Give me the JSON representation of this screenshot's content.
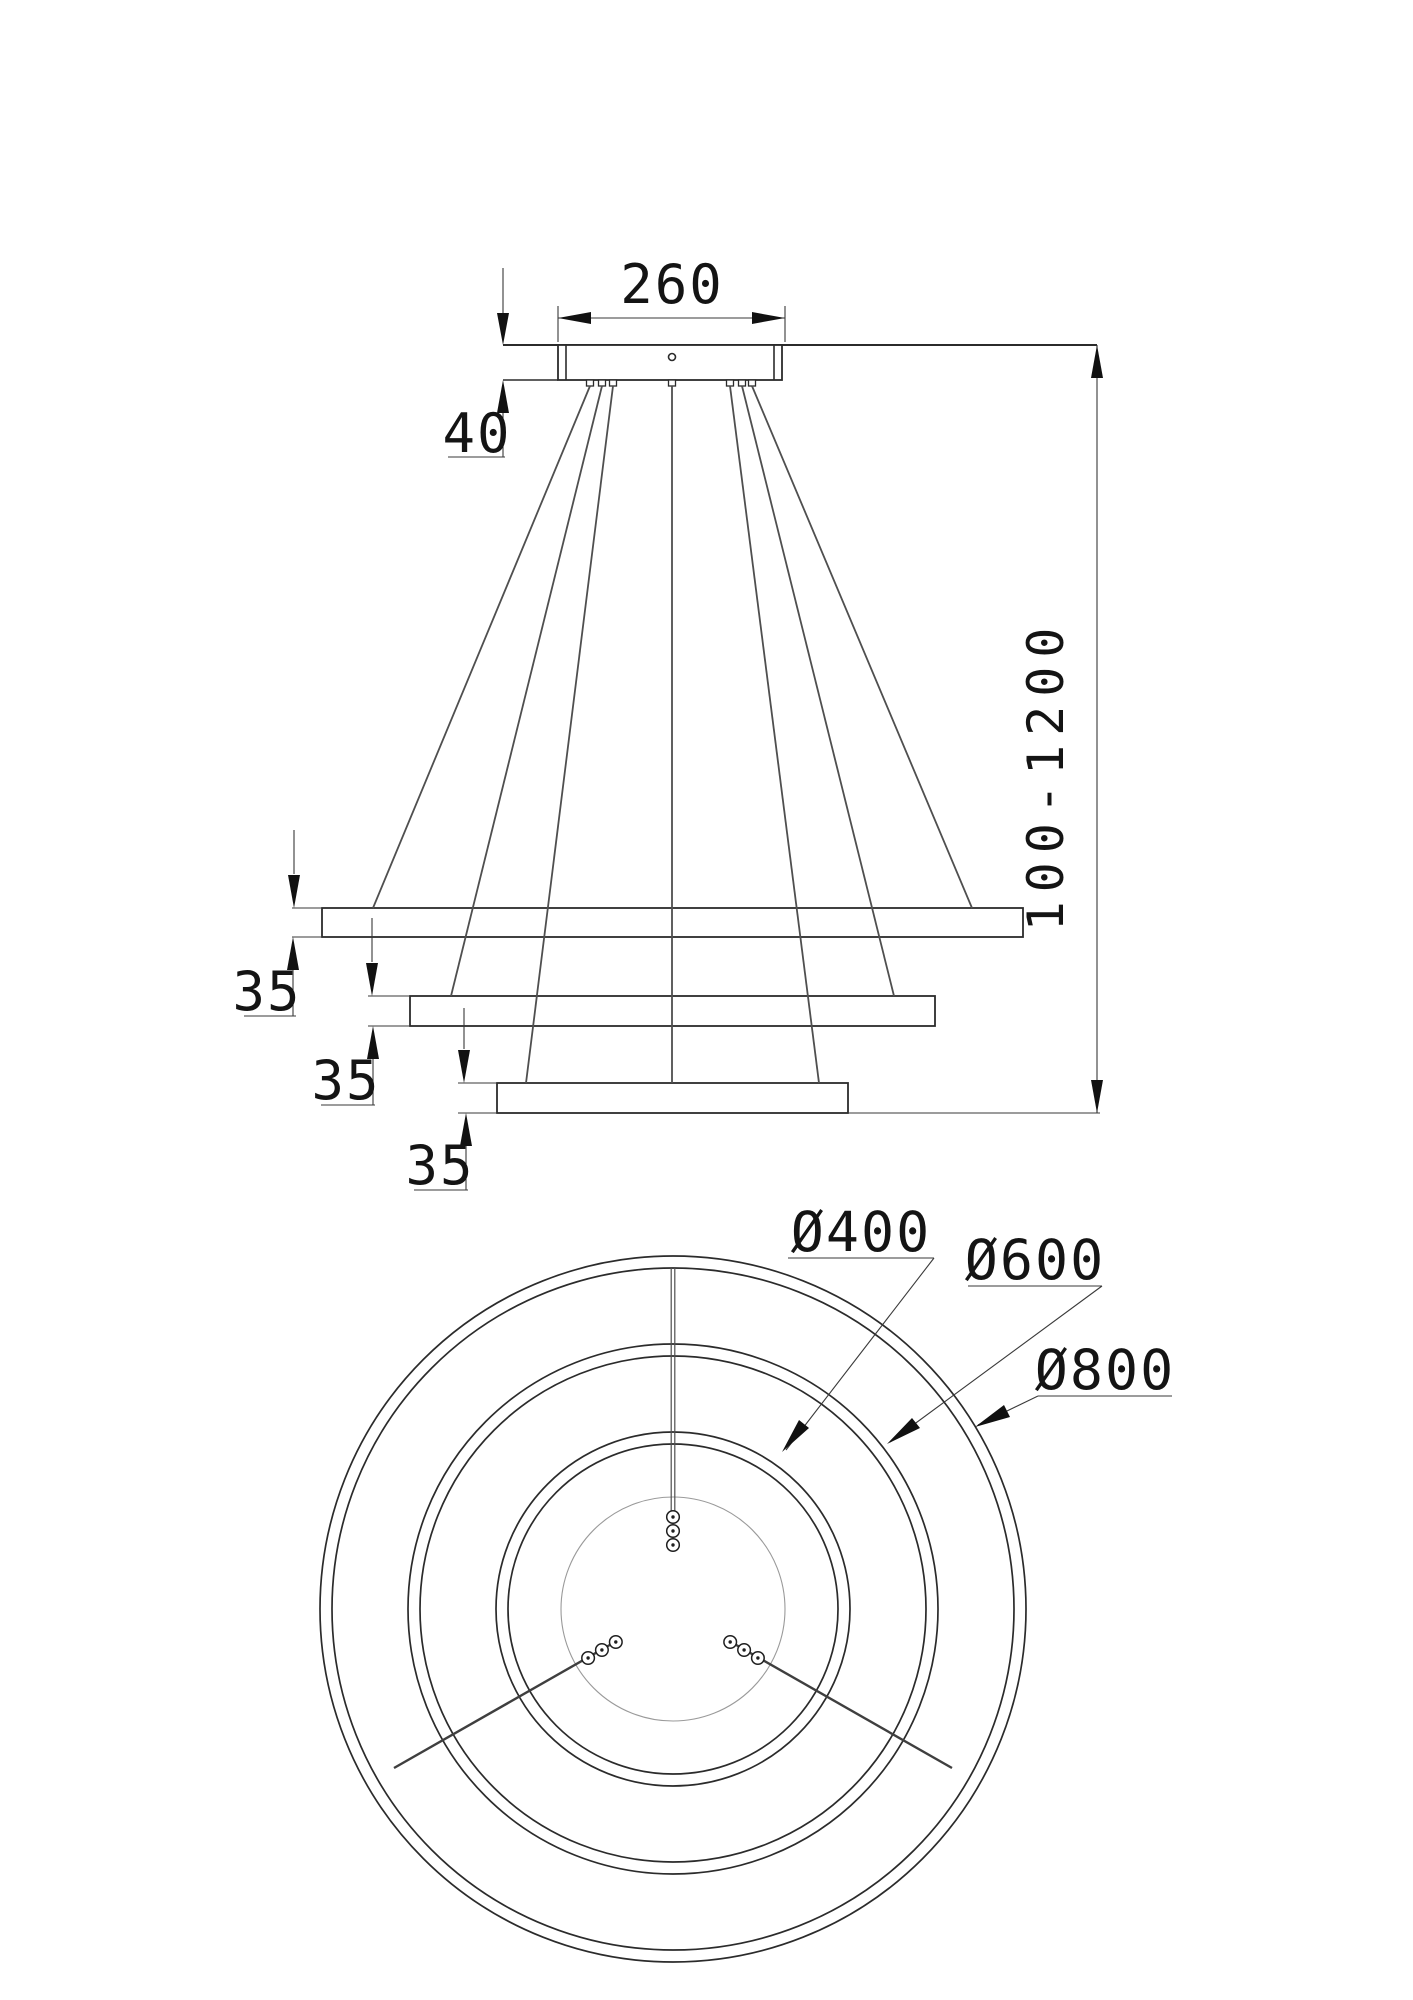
{
  "drawing": {
    "side_view": {
      "canopy_width": "260",
      "canopy_height": "40",
      "suspension_height_range": "100-1200",
      "ring_height_dims": [
        "35",
        "35",
        "35"
      ]
    },
    "top_view": {
      "ring_diameters": [
        "Ø400",
        "Ø600",
        "Ø800"
      ]
    },
    "colors": {
      "line": "#2b2b2b",
      "dimension": "#141414"
    }
  }
}
